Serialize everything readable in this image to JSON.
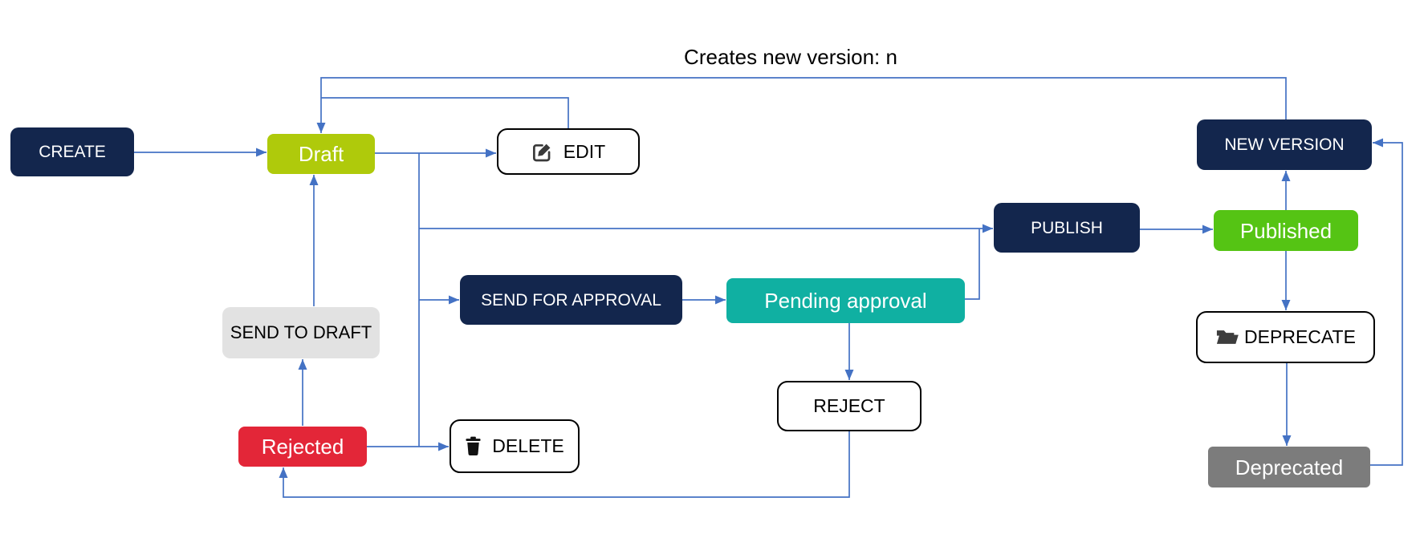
{
  "diagram": {
    "annotation": "Creates new version: n",
    "colors": {
      "action_fill": "#13264D",
      "draft_fill": "#AFCA0B",
      "published_fill": "#55C414",
      "pending_fill": "#10B0A2",
      "rejected_fill": "#E32638",
      "deprecated_fill": "#7C7C7C",
      "send_to_draft_fill": "#E2E2E2",
      "outline_box_border": "#000000",
      "connector": "#4472C4"
    },
    "nodes": {
      "create": {
        "label": "CREATE",
        "type": "action"
      },
      "draft": {
        "label": "Draft",
        "type": "state"
      },
      "edit": {
        "label": "EDIT",
        "type": "action",
        "icon": "edit-icon"
      },
      "publish": {
        "label": "PUBLISH",
        "type": "action"
      },
      "published": {
        "label": "Published",
        "type": "state"
      },
      "send_for_approval": {
        "label": "SEND FOR APPROVAL",
        "type": "action"
      },
      "pending_approval": {
        "label": "Pending approval",
        "type": "state"
      },
      "reject": {
        "label": "REJECT",
        "type": "action"
      },
      "send_to_draft": {
        "label": "SEND TO DRAFT",
        "type": "action"
      },
      "rejected": {
        "label": "Rejected",
        "type": "state"
      },
      "delete": {
        "label": "DELETE",
        "type": "action",
        "icon": "trash-icon"
      },
      "new_version": {
        "label": "NEW VERSION",
        "type": "action"
      },
      "deprecate": {
        "label": "DEPRECATE",
        "type": "action",
        "icon": "open-folder-icon"
      },
      "deprecated": {
        "label": "Deprecated",
        "type": "state"
      }
    },
    "edges": [
      "CREATE → Draft",
      "Draft → EDIT",
      "EDIT → Draft",
      "Draft → PUBLISH",
      "Draft → SEND FOR APPROVAL",
      "SEND FOR APPROVAL → Pending approval",
      "Pending approval → PUBLISH",
      "Pending approval → REJECT",
      "REJECT → Rejected",
      "Rejected → SEND TO DRAFT",
      "SEND TO DRAFT → Draft",
      "Rejected → DELETE",
      "Draft → DELETE",
      "PUBLISH → Published",
      "Published → NEW VERSION",
      "Published → DEPRECATE",
      "DEPRECATE → Deprecated",
      "Deprecated → NEW VERSION",
      "NEW VERSION → Draft (Creates new version: n)"
    ]
  }
}
